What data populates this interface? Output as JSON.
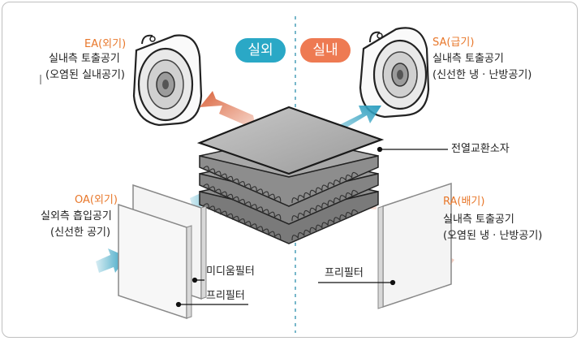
{
  "zones": {
    "outdoor": "실외",
    "indoor": "실내"
  },
  "ea": {
    "code": "EA(외기)",
    "line1": "실내측 토출공기",
    "line2": "(오염된 실내공기)"
  },
  "sa": {
    "code": "SA(급기)",
    "line1": "실내측 토출공기",
    "line2": "(신선한 냉 · 난방공기)"
  },
  "oa": {
    "code": "OA(외기)",
    "line1": "실외측 흡입공기",
    "line2": "(신선한 공기)"
  },
  "ra": {
    "code": "RA(배기)",
    "line1": "실내측 토출공기",
    "line2": "(오염된 냉 · 난방공기)"
  },
  "labels": {
    "core": "전열교환소자",
    "medium_filter": "미디움필터",
    "pre_filter_left": "프리필터",
    "pre_filter_right": "프리필터"
  },
  "colors": {
    "outdoor_pill": "#2aa8c6",
    "indoor_pill": "#ee7a52",
    "fresh_arrow": "#3aa6c4",
    "exhaust_arrow": "#e0704a",
    "code_text": "#e8772a"
  },
  "icons": [
    "fan-unit-icon"
  ]
}
